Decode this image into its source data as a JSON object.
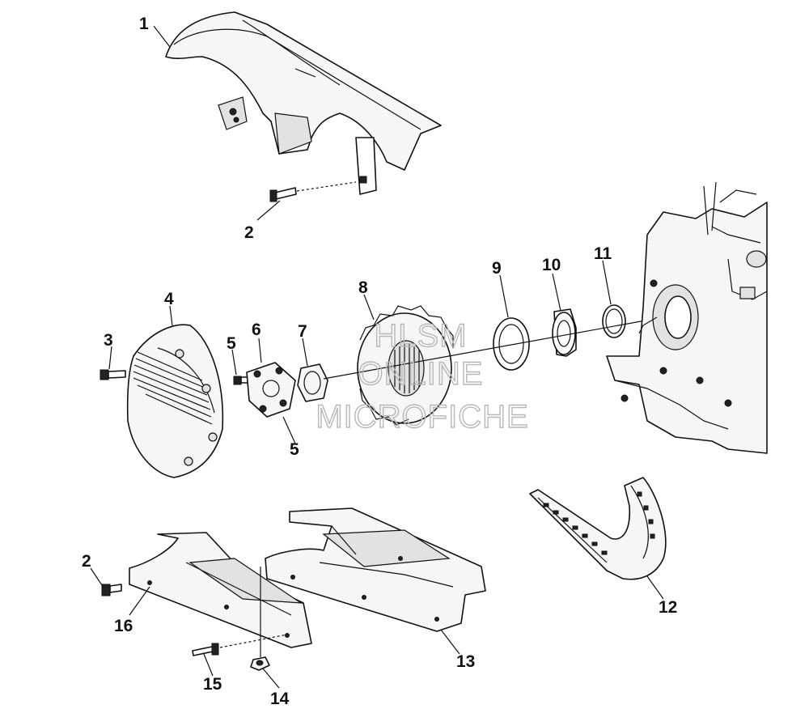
{
  "callouts": {
    "c1": "1",
    "c2_top": "2",
    "c2_bottom": "2",
    "c3": "3",
    "c4": "4",
    "c5_top": "5",
    "c5_mid": "5",
    "c6": "6",
    "c7": "7",
    "c8": "8",
    "c9": "9",
    "c10": "10",
    "c11": "11",
    "c12": "12",
    "c13": "13",
    "c14": "14",
    "c15": "15",
    "c16": "16"
  },
  "watermark": {
    "line1": "HLSM",
    "line2": "ONLINE",
    "line3": "MICROFICHE"
  },
  "colors": {
    "line": "#111111",
    "fill": "#f6f6f6",
    "shade": "#e2e2e2",
    "watermark": "#b8b8b8"
  }
}
